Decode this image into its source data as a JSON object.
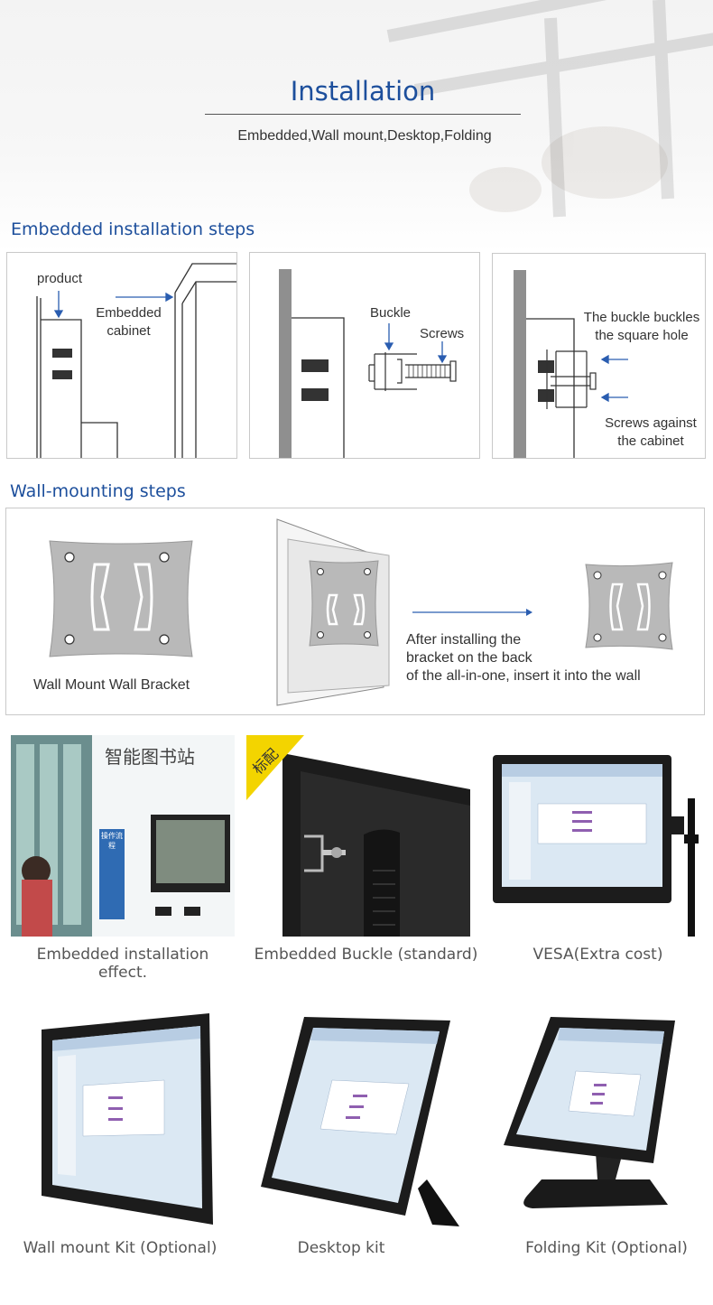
{
  "header": {
    "title": "Installation",
    "subtitle": "Embedded,Wall mount,Desktop,Folding"
  },
  "embedded": {
    "section_title": "Embedded installation steps",
    "step1": {
      "product_label": "product",
      "cabinet_label_line1": "Embedded",
      "cabinet_label_line2": "cabinet"
    },
    "step2": {
      "buckle_label": "Buckle",
      "screws_label": "Screws"
    },
    "step3": {
      "buckle_note_line1": "The buckle buckles",
      "buckle_note_line2": "the square hole",
      "screws_note_line1": "Screws against",
      "screws_note_line2": "the cabinet"
    }
  },
  "wall": {
    "section_title": "Wall-mounting steps",
    "bracket_label": "Wall Mount Wall Bracket",
    "note_line1": "After installing the",
    "note_line2": "bracket on the back",
    "note_line3": "of the all-in-one, insert it into the wall"
  },
  "gallery": {
    "tiles": [
      {
        "caption": "Embedded installation effect."
      },
      {
        "caption": "Embedded Buckle (standard)",
        "badge": "标配"
      },
      {
        "caption": "VESA(Extra cost)"
      },
      {
        "caption": "Wall mount Kit (Optional)"
      },
      {
        "caption": "Desktop kit"
      },
      {
        "caption": "Folding Kit (Optional)"
      }
    ],
    "kiosk_sign": "智能图书站",
    "kiosk_panel_text": "操作流程"
  },
  "colors": {
    "accent": "#1d4f9c",
    "arrow": "#2a5db0",
    "badge": "#f3d400",
    "device": "#1c1c1c"
  }
}
